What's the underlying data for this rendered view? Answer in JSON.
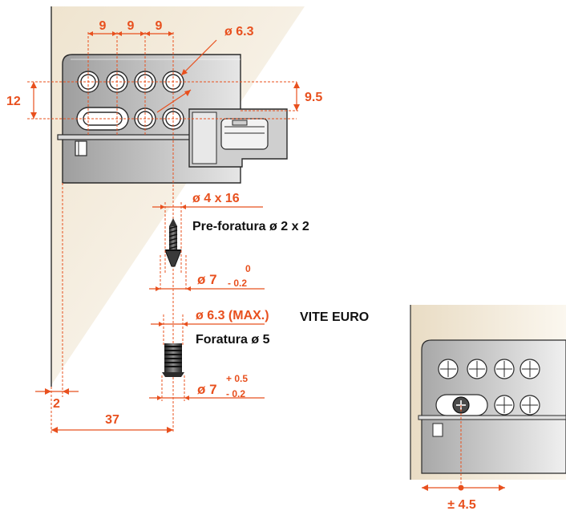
{
  "colors": {
    "accent": "#e8501e",
    "plate": "#b8b8b8",
    "wall": "#f3ecdf",
    "outline": "#2a2a2a"
  },
  "dimensions": {
    "pitch_1": "9",
    "pitch_2": "9",
    "pitch_3": "9",
    "hole_diameter": "ø 6.3",
    "vertical_spacing": "12",
    "offset_right": "9.5",
    "edge_distance": "2",
    "axis_distance": "37",
    "slot_adjustment": "± 4.5"
  },
  "screws": {
    "wood_screw": {
      "spec": "ø 4 x 16",
      "predrill": "Pre-foratura ø 2 x 2",
      "head": "ø 7",
      "head_tol_upper": "0",
      "head_tol_lower": "- 0.2"
    },
    "euro_screw": {
      "spec": "ø 6.3 (MAX.)",
      "name": "VITE EURO",
      "drill": "Foratura ø 5",
      "head": "ø 7",
      "head_tol_upper": "+ 0.5",
      "head_tol_lower": "- 0.2"
    }
  }
}
